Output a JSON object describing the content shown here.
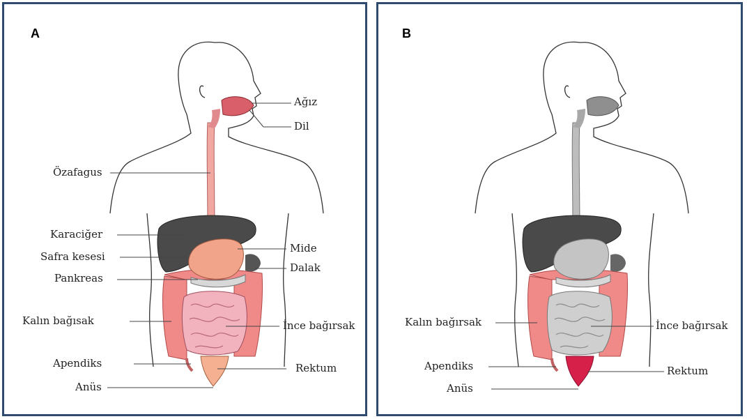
{
  "panels": [
    {
      "letter": "A",
      "labels": {
        "agiz": "Ağız",
        "dil": "Dil",
        "ozafagus": "Özafagus",
        "karaciger": "Karaciğer",
        "safra": "Safra kesesi",
        "pankreas": "Pankreas",
        "kalin": "Kalın bağısak",
        "apendiks": "Apendiks",
        "anus": "Anüs",
        "mide": "Mide",
        "dalak": "Dalak",
        "ince": "İnce bağırsak",
        "rektum": "Rektum"
      }
    },
    {
      "letter": "B",
      "labels": {
        "kalin": "Kalın bağırsak",
        "apendiks": "Apendiks",
        "anus": "Anüs",
        "ince": "İnce bağırsak",
        "rektum": "Rektum"
      }
    }
  ],
  "colors": {
    "border": "#2e4a6e",
    "esophagus_a": "#f0a8a0",
    "mouth_a": "#d9606a",
    "liver": "#4a4a4a",
    "stomach_a": "#f2a48a",
    "large_intestine": "#f08a88",
    "small_intestine_a": "#f2b2be",
    "rectum_a": "#f4b090",
    "rectum_b": "#d6204a",
    "gray_organ": "#bdbdbd"
  }
}
